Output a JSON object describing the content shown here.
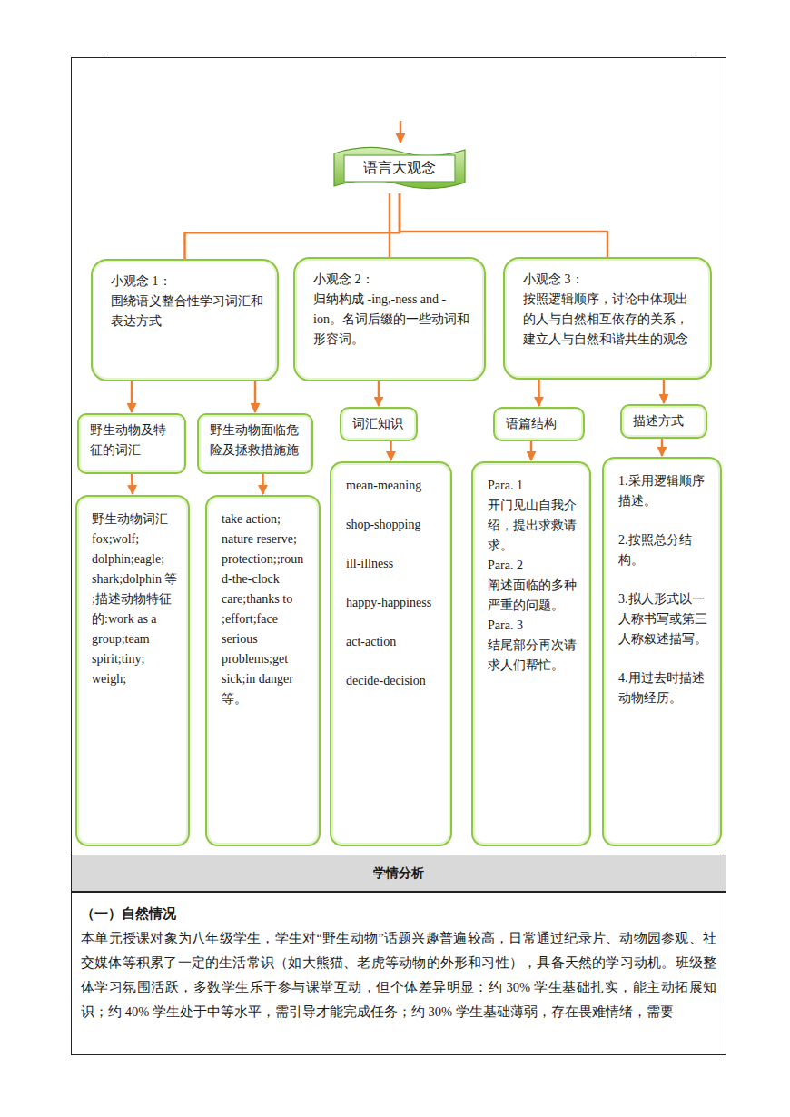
{
  "diagram": {
    "nodes": [
      {
        "text": [
          "语言大观念"
        ]
      },
      {
        "text": [
          "小观念 1：",
          "围绕语义整合性学习词汇和表达方式"
        ]
      },
      {
        "text": [
          "小观念 2：",
          "归纳构成 -ing,-ness and -ion。名词后缀的一些动词和形容词。"
        ]
      },
      {
        "text": [
          "小观念 3：",
          "按照逻辑顺序，讨论中体现出的人与自然相互依存的关系，建立人与自然和谐共生的观念"
        ]
      },
      {
        "text": [
          "野生动物及特征的词汇"
        ]
      },
      {
        "text": [
          "野生动物面临危险及拯救措施施"
        ]
      },
      {
        "text": [
          "词汇知识"
        ]
      },
      {
        "text": [
          "语篇结构"
        ]
      },
      {
        "text": [
          "描述方式"
        ]
      },
      {
        "text": [
          "野生动物词汇 fox;wolf; dolphin;eagle; shark;dolphin 等 ;描述动物特征的:work as a group;team spirit;tiny; weigh;"
        ]
      },
      {
        "text": [
          "take action; nature reserve; protection;;round-the-clock care;thanks to ;effort;face serious problems;get sick;in danger 等。"
        ]
      },
      {
        "text": [
          "mean-meaning",
          "shop-shopping",
          "ill-illness",
          "happy-happiness",
          "act-action",
          "decide-decision"
        ]
      },
      {
        "text": [
          "Para. 1",
          "开门见山自我介绍，提出求救请求。",
          "Para. 2",
          "阐述面临的多种严重的问题。",
          "Para. 3",
          "结尾部分再次请求人们帮忙。"
        ]
      },
      {
        "text": [
          "1.采用逻辑顺序描述。",
          "2.按照总分结构。",
          "3.拟人形式以一人称书写或第三人称叙述描写。",
          "4.用过去时描述动物经历。"
        ]
      },
      {
        "text": [
          "学情分析"
        ]
      },
      {
        "text": [
          "（一）自然情况",
          "本单元授课对象为八年级学生，学生对“野生动物”话题兴趣普遍较高，日常通过纪录片、动物园参观、社交媒体等积累了一定的生活常识（如大熊猫、老虎等动物的外形和习性），具备天然的学习动机。班级整体学习氛围活跃，多数学生乐于参与课堂互动，但个体差异明显：约 30% 学生基础扎实，能主动拓展知识；约 40% 学生处于中等水平，需引导才能完成任务；约 30% 学生基础薄弱，存在畏难情绪，需要"
        ]
      }
    ],
    "edges": [
      {
        "from": 0,
        "to": 1,
        "arrow": "none"
      },
      {
        "from": 0,
        "to": 2,
        "arrow": "none"
      },
      {
        "from": 0,
        "to": 3,
        "arrow": "none"
      },
      {
        "from": 1,
        "to": 4,
        "arrow": "to"
      },
      {
        "from": 1,
        "to": 5,
        "arrow": "to"
      },
      {
        "from": 2,
        "to": 6,
        "arrow": "to"
      },
      {
        "from": 3,
        "to": 7,
        "arrow": "to"
      },
      {
        "from": 3,
        "to": 8,
        "arrow": "to"
      },
      {
        "from": 4,
        "to": 9,
        "arrow": "to"
      },
      {
        "from": 5,
        "to": 10,
        "arrow": "to"
      },
      {
        "from": 6,
        "to": 11,
        "arrow": "to"
      },
      {
        "from": 7,
        "to": 12,
        "arrow": "to"
      },
      {
        "from": 8,
        "to": 13,
        "arrow": "to"
      }
    ]
  }
}
